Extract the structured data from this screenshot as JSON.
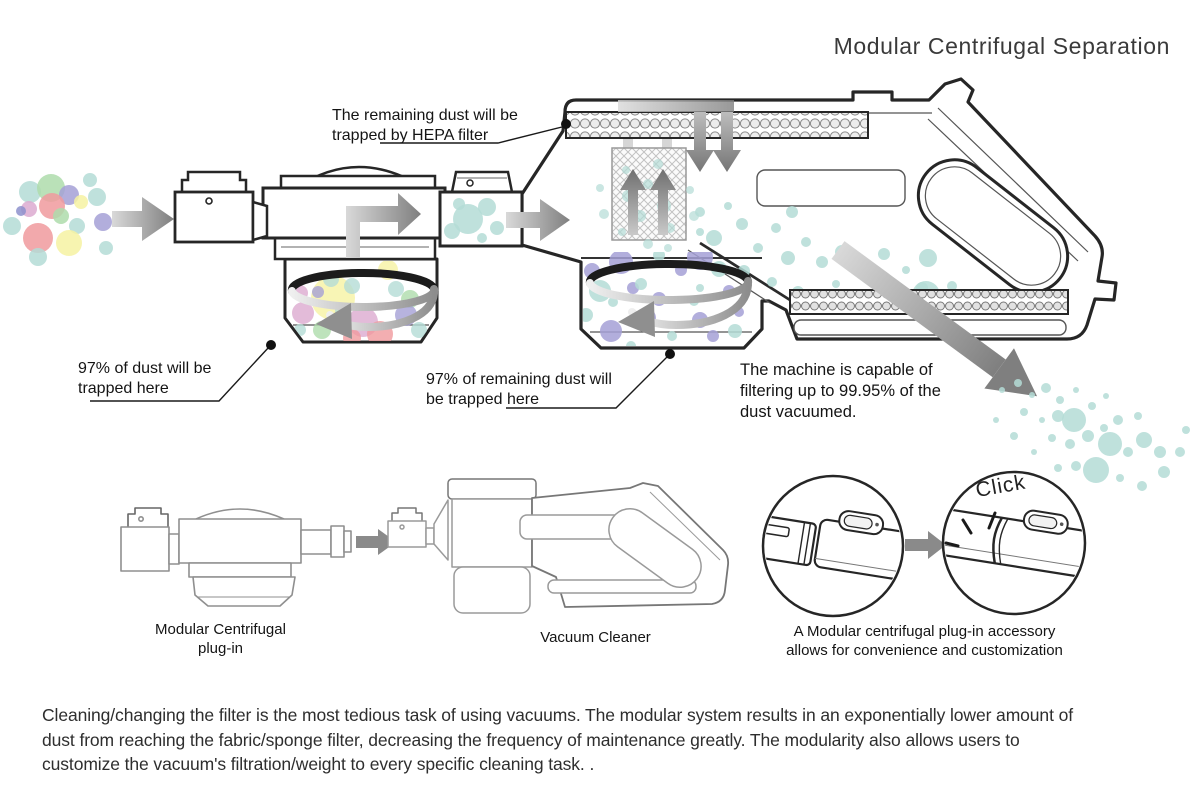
{
  "title": "Modular Centrifugal Separation",
  "diagram": {
    "labels": {
      "hepa": "The remaining dust will be\ntrapped by HEPA filter",
      "stage1": "97% of dust will be\ntrapped here",
      "stage2": "97% of remaining dust will\nbe trapped here",
      "capability": "The machine is capable of\nfiltering up to 99.95% of the\ndust vacuumed."
    }
  },
  "bottom": {
    "plugin_label": "Modular Centrifugal\nplug-in",
    "vacuum_label": "Vacuum Cleaner",
    "click": "Click",
    "accessory_caption": "A Modular centrifugal plug-in accessory\nallows for convenience and customization"
  },
  "paragraph": "Cleaning/changing the filter is the most tedious task of using vacuums. The modular system results in an exponentially lower amount of\ndust from reaching the fabric/sponge filter, decreasing the frequency of maintenance greatly. The modularity also allows users to\ncustomize the vacuum's filtration/weight to every specific cleaning task. .",
  "colors": {
    "outline": "#262626",
    "arrow_gray": "#8a8a8a",
    "dust_teal": "#b4dcd6",
    "dust_green": "#aedcab",
    "dust_red": "#f09a9e",
    "dust_yellow": "#f6f2a2",
    "dust_purple": "#a5a0d6",
    "dust_pink": "#dcaad0"
  }
}
